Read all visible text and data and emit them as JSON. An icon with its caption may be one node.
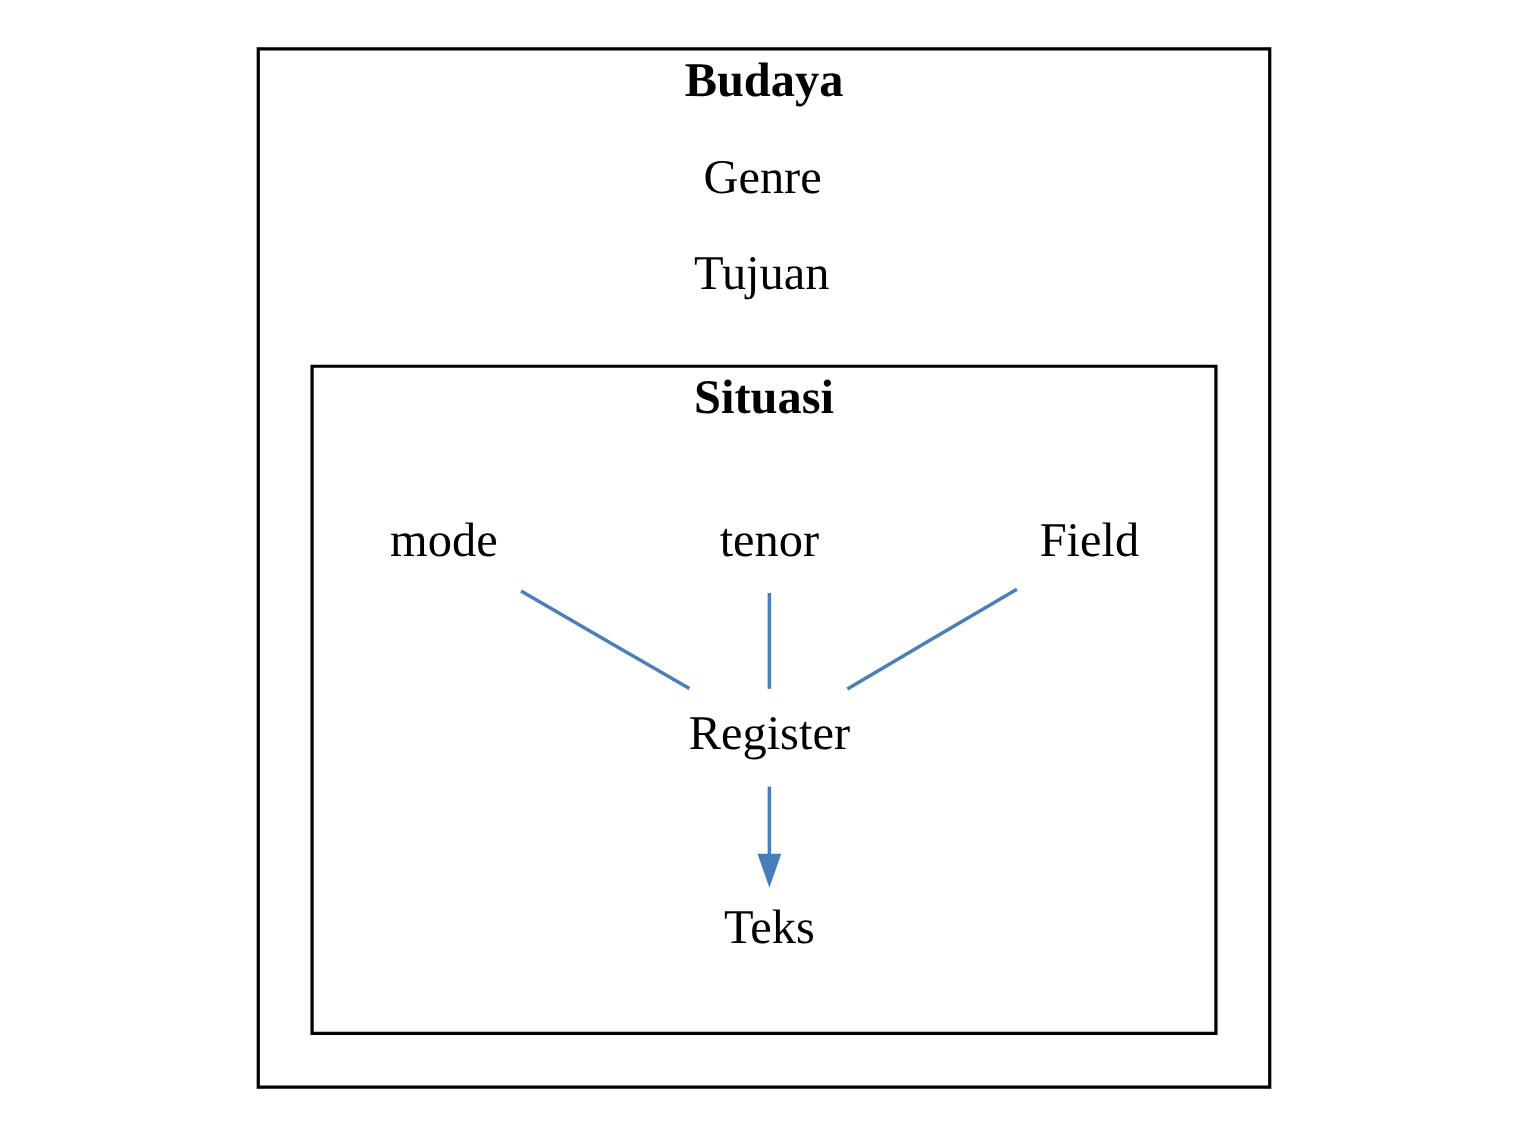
{
  "diagram": {
    "nodes": [
      {
        "text": [
          "Budaya",
          "Genre",
          "Tujuan"
        ]
      },
      {
        "text": [
          "Situasi"
        ],
        "in": 0
      },
      {
        "text": [
          "Field"
        ],
        "in": 1
      },
      {
        "text": [
          "tenor"
        ],
        "in": 1
      },
      {
        "text": [
          "mode"
        ],
        "in": 1
      },
      {
        "text": [
          "Register"
        ],
        "in": 1
      },
      {
        "text": [
          "Teks"
        ],
        "in": 1
      }
    ],
    "edges": [
      {
        "from": 2,
        "to": 5,
        "arrow": "none"
      },
      {
        "from": 3,
        "to": 5,
        "arrow": "none"
      },
      {
        "from": 4,
        "to": 5,
        "arrow": "none"
      },
      {
        "from": 5,
        "to": 6,
        "arrow": "to"
      }
    ]
  }
}
